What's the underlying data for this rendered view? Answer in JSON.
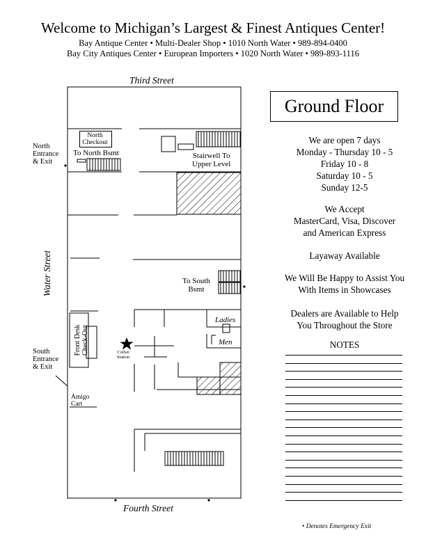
{
  "header": {
    "title": "Welcome to Michigan’s Largest & Finest Antiques Center!",
    "line1": "Bay Antique Center • Multi-Dealer Shop • 1010 North Water • 989-894-0400",
    "line2": "Bay City Antiques Center • European Importers • 1020 North Water • 989-893-1116"
  },
  "map": {
    "streets": {
      "north": "Third Street",
      "south": "Fourth Street",
      "west": "Water Street"
    },
    "labels": {
      "north_entrance": [
        "North",
        "Entrance",
        "& Exit"
      ],
      "south_entrance": [
        "South",
        "Entrance",
        "& Exit"
      ],
      "north_checkout": [
        "North",
        "Checkout"
      ],
      "to_north_bsmt": "To North Bsmt",
      "stairwell": [
        "Stairwell To",
        "Upper Level"
      ],
      "to_south_bsmt": [
        "To South",
        "Bsmt"
      ],
      "front_desk": [
        "Front Desk",
        "Check-Out"
      ],
      "coffee_station": [
        "Coffee",
        "Station"
      ],
      "ladies": "Ladies",
      "men": "Men",
      "amigo_cart": [
        "Amigo",
        "Cart"
      ]
    }
  },
  "sidebar": {
    "heading": "Ground Floor",
    "hours": [
      "We are open 7 days",
      "Monday - Thursday 10 - 5",
      "Friday 10 - 8",
      "Saturday 10 - 5",
      "Sunday 12-5"
    ],
    "payment": [
      "We Accept",
      "MasterCard, Visa, Discover",
      "and American Express"
    ],
    "layaway": "Layaway Available",
    "assist": [
      "We Will Be Happy to Assist You",
      "With Items in Showcases"
    ],
    "dealers": [
      "Dealers are Available to Help",
      "You Throughout the Store"
    ],
    "notes_heading": "NOTES",
    "notes_line_count": 19,
    "legend": "• Denotes Emergency Exit"
  }
}
